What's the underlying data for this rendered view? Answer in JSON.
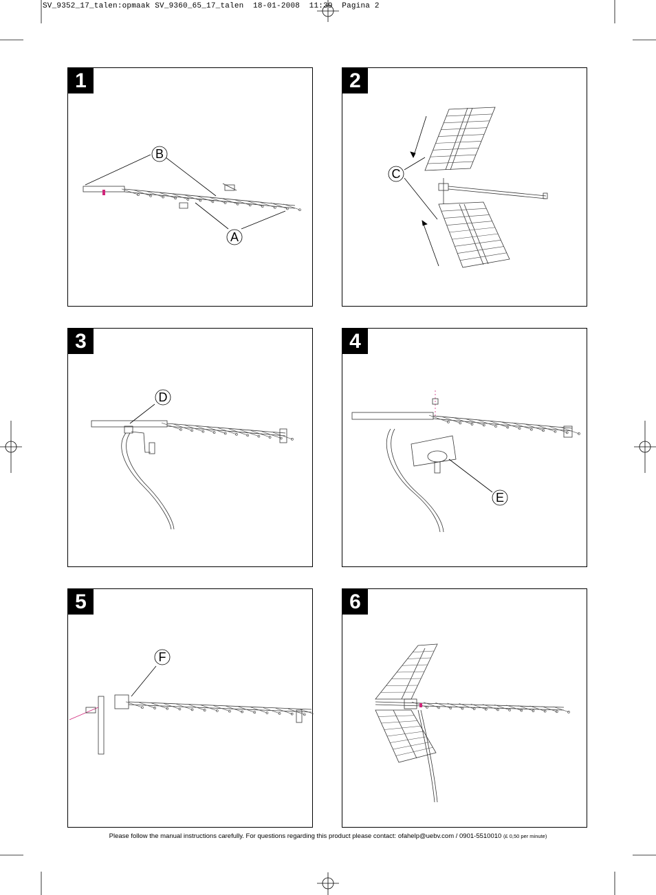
{
  "header": {
    "slug": "SV_9352_17_talen:opmaak SV_9360_65_17_talen  18-01-2008  11:39  Pagina 2"
  },
  "panels": [
    {
      "number": "1",
      "labels": [
        "B",
        "A"
      ]
    },
    {
      "number": "2",
      "labels": [
        "C"
      ]
    },
    {
      "number": "3",
      "labels": [
        "D"
      ]
    },
    {
      "number": "4",
      "labels": [
        "E"
      ]
    },
    {
      "number": "5",
      "labels": [
        "F"
      ]
    },
    {
      "number": "6",
      "labels": []
    }
  ],
  "footer": {
    "text": "Please follow the manual instructions carefully. For questions regarding this product please contact: ofahelp@uebv.com / 0901-5510010",
    "rate": "(£ 0,50 per minute)"
  }
}
